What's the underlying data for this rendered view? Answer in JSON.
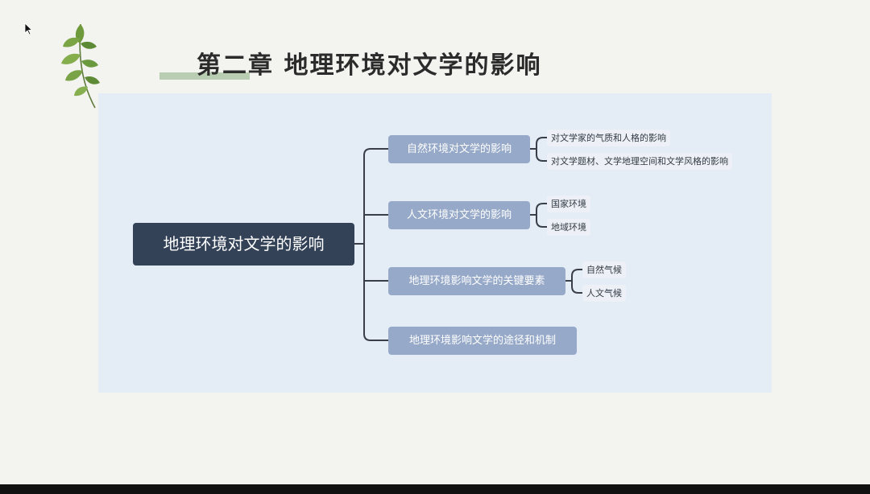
{
  "slide": {
    "title": "第二章  地理环境对文学的影响"
  },
  "mindmap": {
    "root": "地理环境对文学的影响",
    "branches": [
      {
        "label": "自然环境对文学的影响",
        "children": [
          "对文学家的气质和人格的影响",
          "对文学题材、文学地理空间和文学风格的影响"
        ]
      },
      {
        "label": "人文环境对文学的影响",
        "children": [
          "国家环境",
          "地域环境"
        ]
      },
      {
        "label": "地理环境影响文学的关键要素",
        "children": [
          "自然气候",
          "人文气候"
        ]
      },
      {
        "label": "地理环境影响文学的途径和机制",
        "children": []
      }
    ]
  },
  "colors": {
    "root_bg": "#344258",
    "branch_bg": "#96a9c8",
    "leaf_bg": "#edf1f7",
    "panel_bg": "#e4ecf6",
    "connector": "#3a3f47",
    "accent_green": "#b9cdb2"
  },
  "icons": [
    "cursor-arrow-icon",
    "leaf-branch-icon"
  ]
}
